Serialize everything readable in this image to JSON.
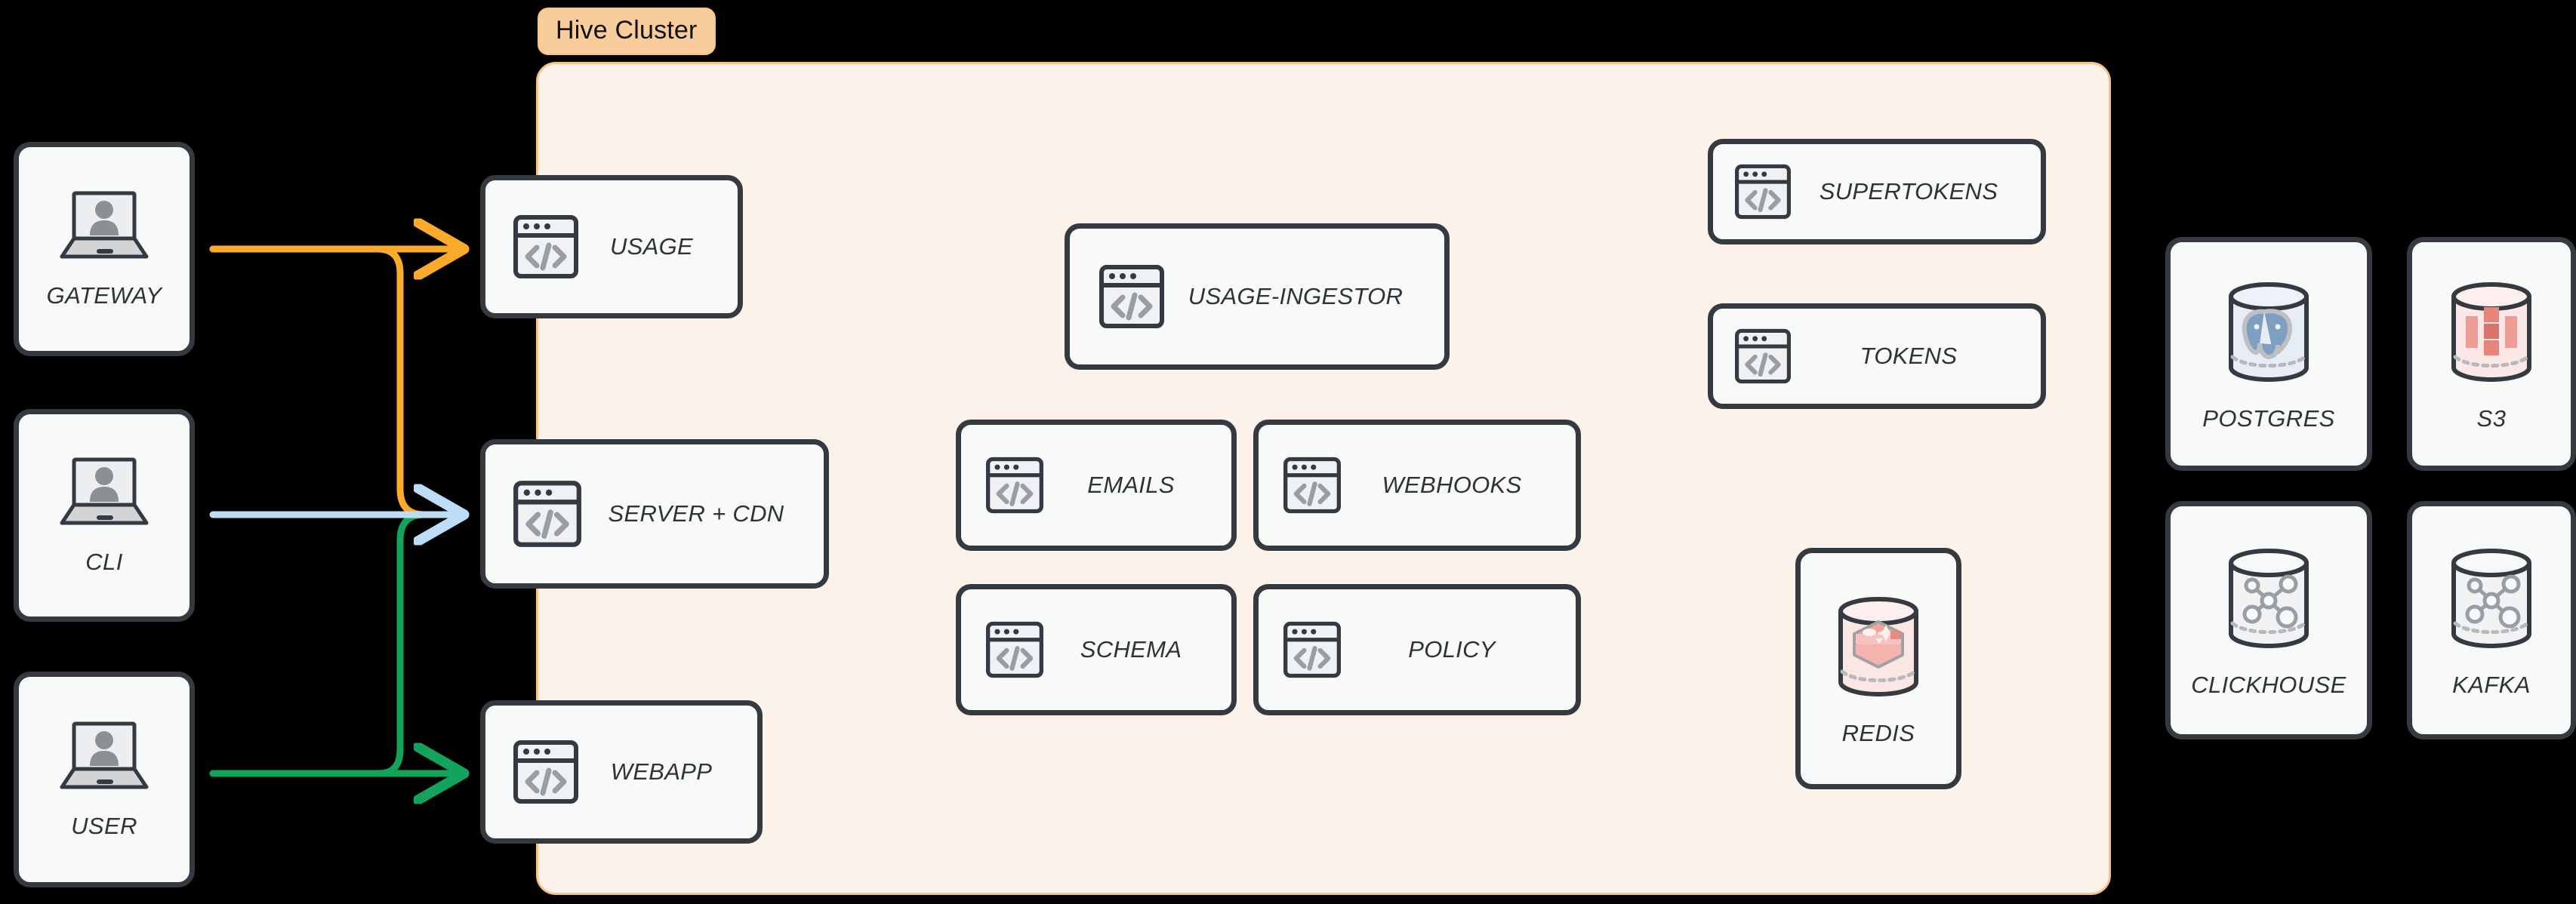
{
  "background_color": "#000000",
  "cluster": {
    "label": "Hive Cluster",
    "badge_bg": "#F9CD9B",
    "panel_bg": "#FDF2EA",
    "panel_border": "#F6C48A"
  },
  "clients": [
    {
      "label": "GATEWAY",
      "icon": "laptop-user-icon"
    },
    {
      "label": "CLI",
      "icon": "laptop-user-icon"
    },
    {
      "label": "USER",
      "icon": "laptop-user-icon"
    }
  ],
  "edge_services": [
    {
      "label": "USAGE",
      "icon": "code-window-icon"
    },
    {
      "label": "SERVER + CDN",
      "icon": "code-window-icon"
    },
    {
      "label": "WEBAPP",
      "icon": "code-window-icon"
    }
  ],
  "core_services": [
    {
      "label": "USAGE-INGESTOR",
      "icon": "code-window-icon"
    },
    {
      "label": "EMAILS",
      "icon": "code-window-icon"
    },
    {
      "label": "WEBHOOKS",
      "icon": "code-window-icon"
    },
    {
      "label": "SCHEMA",
      "icon": "code-window-icon"
    },
    {
      "label": "POLICY",
      "icon": "code-window-icon"
    }
  ],
  "auth_services": [
    {
      "label": "SUPERTOKENS",
      "icon": "code-window-icon"
    },
    {
      "label": "TOKENS",
      "icon": "code-window-icon"
    }
  ],
  "cluster_datastores": [
    {
      "label": "REDIS",
      "icon": "redis-cylinder-icon"
    }
  ],
  "external_datastores": [
    {
      "label": "POSTGRES",
      "icon": "postgres-cylinder-icon"
    },
    {
      "label": "S3",
      "icon": "s3-cylinder-icon"
    },
    {
      "label": "CLICKHOUSE",
      "icon": "network-cylinder-icon"
    },
    {
      "label": "KAFKA",
      "icon": "network-cylinder-icon"
    }
  ],
  "connections": [
    {
      "from": "GATEWAY",
      "to": "USAGE",
      "color": "#FBAA2C"
    },
    {
      "from": "GATEWAY",
      "to": "SERVER + CDN",
      "color": "#FBAA2C"
    },
    {
      "from": "CLI",
      "to": "SERVER + CDN",
      "color": "#BDDDF5"
    },
    {
      "from": "USER",
      "to": "WEBAPP",
      "color": "#14A35C"
    },
    {
      "from": "USER",
      "to": "SERVER + CDN",
      "color": "#14A35C"
    }
  ]
}
